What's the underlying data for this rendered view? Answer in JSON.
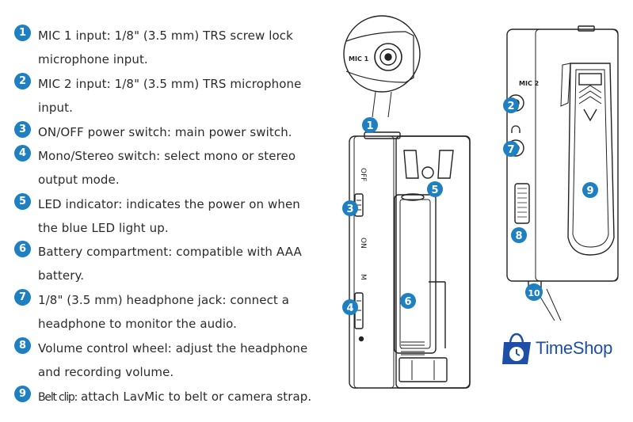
{
  "features": [
    {
      "num": "1",
      "line1": "MIC 1 input: 1/8\" (3.5 mm) TRS screw lock",
      "line2": "microphone input."
    },
    {
      "num": "2",
      "line1": "MIC 2 input: 1/8\" (3.5 mm) TRS microphone",
      "line2": "input."
    },
    {
      "num": "3",
      "line1": "ON/OFF power switch: main power switch.",
      "line2": ""
    },
    {
      "num": "4",
      "line1": "Mono/Stereo switch: select mono or stereo",
      "line2": "output mode."
    },
    {
      "num": "5",
      "line1": "LED indicator: indicates the power on when",
      "line2": "the blue LED light up."
    },
    {
      "num": "6",
      "line1": "Battery compartment: compatible with AAA",
      "line2": "battery."
    },
    {
      "num": "7",
      "line1": "1/8\" (3.5 mm) headphone jack: connect a",
      "line2": "headphone to monitor the audio."
    },
    {
      "num": "8",
      "line1": "Volume control wheel: adjust the headphone",
      "line2": "and recording volume."
    },
    {
      "num": "9",
      "name": "Belt clip:",
      "line1": " attach LavMic to belt or camera strap.",
      "line2": ""
    }
  ],
  "diagram": {
    "callouts": [
      "1",
      "2",
      "3",
      "4",
      "5",
      "6",
      "7",
      "8",
      "9",
      "10"
    ],
    "labels": {
      "mic1": "MIC 1",
      "mic2": "MIC 2",
      "off": "OFF",
      "on": "ON",
      "mono": "M"
    }
  },
  "logo": {
    "text": "TimeShop",
    "color": "#1d4fa8"
  },
  "colors": {
    "accent": "#1e7fc1",
    "line": "#222222"
  }
}
